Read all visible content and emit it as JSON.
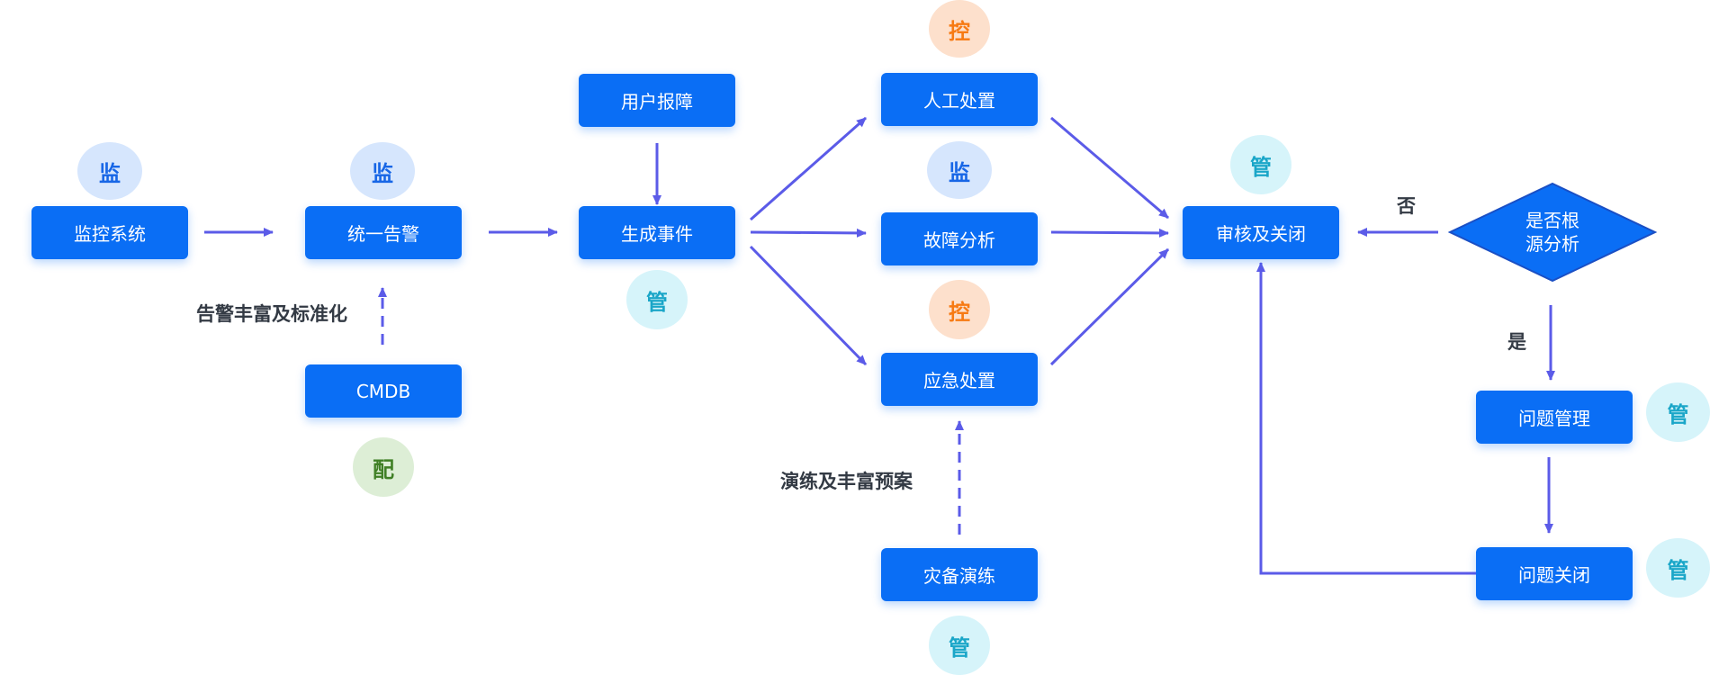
{
  "nodes": {
    "monitor_system": "监控系统",
    "unified_alert": "统一告警",
    "cmdb": "CMDB",
    "user_report": "用户报障",
    "generate_event": "生成事件",
    "manual_handling": "人工处置",
    "fault_analysis": "故障分析",
    "emergency_handling": "应急处置",
    "dr_drill": "灾备演练",
    "review_close": "审核及关闭",
    "decision_line1": "是否根",
    "decision_line2": "源分析",
    "problem_management": "问题管理",
    "problem_close": "问题关闭"
  },
  "badges": {
    "monitor_system": "监",
    "unified_alert": "监",
    "cmdb": "配",
    "generate_event": "管",
    "manual_handling": "控",
    "fault_analysis": "监",
    "emergency_handling": "控",
    "dr_drill": "管",
    "review_close": "管",
    "problem_management": "管",
    "problem_close": "管"
  },
  "labels": {
    "alert_enrich": "告警丰富及标准化",
    "drill_plan": "演练及丰富预案",
    "no": "否",
    "yes": "是"
  },
  "colors": {
    "node_fill": "#0a6ef5",
    "arrow": "#5b5be8",
    "badge_monitor": "#d6e6fd",
    "badge_manage": "#d6f4fa",
    "badge_control": "#fde0cc",
    "badge_config": "#ddeed6"
  }
}
